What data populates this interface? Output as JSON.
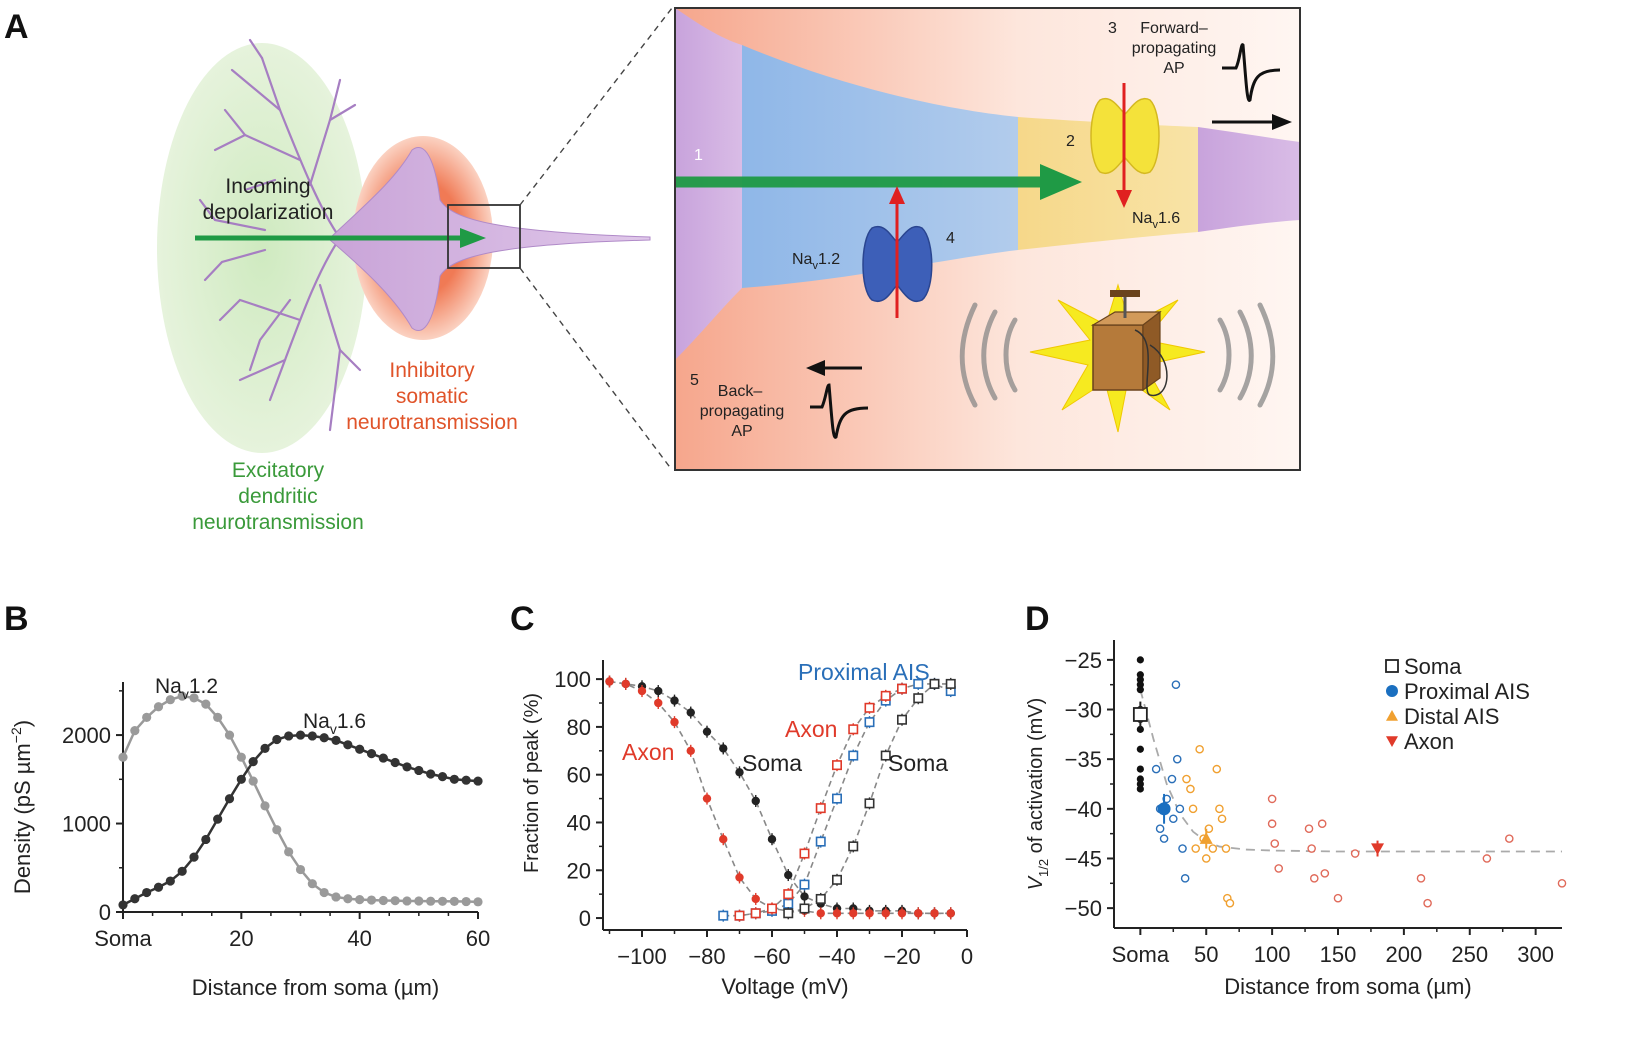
{
  "panels": {
    "a": "A",
    "b": "B",
    "c": "C",
    "d": "D"
  },
  "colors": {
    "green_arrow": "#1f9a45",
    "excitatory_text": "#3a9a3a",
    "inhibitory_text": "#e0542a",
    "red_arrow": "#e02020",
    "dark_series": "#333333",
    "light_series": "#9a9a9a",
    "red_series": "#e03a2a",
    "blue_series": "#2a6fb8",
    "orange_series": "#f0a030"
  },
  "neuron": {
    "incoming": [
      "Incoming",
      "depolarization"
    ],
    "inhibitory": [
      "Inhibitory",
      "somatic",
      "neurotransmission"
    ],
    "excitatory": [
      "Excitatory",
      "dendritic",
      "neurotransmission"
    ]
  },
  "inset": {
    "n1": "1",
    "n2": "2",
    "n3": "3",
    "n4": "4",
    "n5": "5",
    "forward": [
      "Forward–",
      "propagating",
      "AP"
    ],
    "back": [
      "Back–",
      "propagating",
      "AP"
    ],
    "nav12": "Na",
    "nav12_sub": "v",
    "nav12_rest": "1.2",
    "nav16": "Na",
    "nav16_sub": "v",
    "nav16_rest": "1.6",
    "plunger_icon": "detonator-icon"
  },
  "chart_data": [
    {
      "id": "B",
      "type": "line",
      "xlabel": "Distance from soma (µm)",
      "ylabel_parts": [
        "Density (pS µm",
        "−2",
        ")"
      ],
      "xlim": [
        0,
        60
      ],
      "ylim": [
        0,
        2600
      ],
      "xticks": [
        {
          "v": 0,
          "label": "Soma"
        },
        {
          "v": 20,
          "label": "20"
        },
        {
          "v": 40,
          "label": "40"
        },
        {
          "v": 60,
          "label": "60"
        }
      ],
      "yticks": [
        {
          "v": 0,
          "label": "0"
        },
        {
          "v": 1000,
          "label": "1000"
        },
        {
          "v": 2000,
          "label": "2000"
        }
      ],
      "series": [
        {
          "name_parts": [
            "Na",
            "v",
            "1.2"
          ],
          "color": "#9a9a9a",
          "x": [
            0,
            2,
            4,
            6,
            8,
            10,
            12,
            14,
            16,
            18,
            20,
            22,
            24,
            26,
            28,
            30,
            32,
            34,
            36,
            38,
            40,
            42,
            44,
            46,
            48,
            50,
            52,
            54,
            56,
            58,
            60
          ],
          "y": [
            1750,
            2050,
            2200,
            2320,
            2400,
            2440,
            2420,
            2350,
            2200,
            2000,
            1750,
            1480,
            1200,
            930,
            680,
            480,
            320,
            220,
            170,
            150,
            140,
            135,
            130,
            128,
            125,
            124,
            122,
            121,
            120,
            118,
            115
          ]
        },
        {
          "name_parts": [
            "Na",
            "v",
            "1.6"
          ],
          "color": "#333333",
          "x": [
            0,
            2,
            4,
            6,
            8,
            10,
            12,
            14,
            16,
            18,
            20,
            22,
            24,
            26,
            28,
            30,
            32,
            34,
            36,
            38,
            40,
            42,
            44,
            46,
            48,
            50,
            52,
            54,
            56,
            58,
            60
          ],
          "y": [
            80,
            150,
            220,
            280,
            350,
            460,
            620,
            820,
            1050,
            1280,
            1500,
            1700,
            1850,
            1950,
            1990,
            2000,
            1990,
            1970,
            1940,
            1890,
            1840,
            1790,
            1740,
            1690,
            1640,
            1600,
            1560,
            1530,
            1500,
            1490,
            1480
          ]
        }
      ]
    },
    {
      "id": "C",
      "type": "scatter",
      "xlabel": "Voltage (mV)",
      "ylabel": "Fraction of peak (%)",
      "xlim": [
        -112,
        0
      ],
      "ylim": [
        -5,
        108
      ],
      "xticks": [
        {
          "v": -100,
          "label": "−100"
        },
        {
          "v": -80,
          "label": "−80"
        },
        {
          "v": -60,
          "label": "−60"
        },
        {
          "v": -40,
          "label": "−40"
        },
        {
          "v": -20,
          "label": "−20"
        },
        {
          "v": 0,
          "label": "0"
        }
      ],
      "yticks": [
        {
          "v": 0,
          "label": "0"
        },
        {
          "v": 20,
          "label": "20"
        },
        {
          "v": 40,
          "label": "40"
        },
        {
          "v": 60,
          "label": "60"
        },
        {
          "v": 80,
          "label": "80"
        },
        {
          "v": 100,
          "label": "100"
        }
      ],
      "series": [
        {
          "name": "Soma",
          "kind": "inactivation",
          "marker": "filled-circle",
          "color": "#222222",
          "x": [
            -110,
            -105,
            -100,
            -95,
            -90,
            -85,
            -80,
            -75,
            -70,
            -65,
            -60,
            -55,
            -50,
            -45,
            -40,
            -35,
            -30,
            -25,
            -20,
            -15,
            -10,
            -5
          ],
          "y": [
            99,
            98,
            97,
            95,
            91,
            86,
            78,
            71,
            61,
            49,
            33,
            18,
            9,
            6,
            4,
            4,
            3,
            3,
            3,
            2,
            2,
            2
          ]
        },
        {
          "name": "Axon",
          "kind": "inactivation",
          "marker": "filled-circle",
          "color": "#e03a2a",
          "x": [
            -110,
            -105,
            -100,
            -95,
            -90,
            -85,
            -80,
            -75,
            -70,
            -65,
            -60,
            -55,
            -50,
            -45,
            -40,
            -35,
            -30,
            -25,
            -20,
            -15,
            -10,
            -5
          ],
          "y": [
            99,
            98,
            95,
            90,
            82,
            70,
            50,
            33,
            17,
            8,
            4,
            3,
            3,
            2,
            2,
            2,
            2,
            2,
            2,
            2,
            2,
            2
          ]
        },
        {
          "name": "Proximal AIS",
          "kind": "activation",
          "marker": "open-square",
          "color": "#2a6fb8",
          "x": [
            -75,
            -70,
            -65,
            -60,
            -55,
            -50,
            -45,
            -40,
            -35,
            -30,
            -25,
            -20,
            -15,
            -10,
            -5
          ],
          "y": [
            1,
            1,
            2,
            3,
            6,
            14,
            32,
            50,
            68,
            82,
            91,
            96,
            98,
            98,
            95
          ]
        },
        {
          "name": "Axon",
          "kind": "activation",
          "marker": "open-square",
          "color": "#e03a2a",
          "x": [
            -70,
            -65,
            -60,
            -55,
            -50,
            -45,
            -40,
            -35,
            -30,
            -25,
            -20
          ],
          "y": [
            1,
            2,
            4,
            10,
            27,
            46,
            64,
            79,
            88,
            93,
            96
          ]
        },
        {
          "name": "Soma",
          "kind": "activation",
          "marker": "open-square",
          "color": "#333333",
          "x": [
            -55,
            -50,
            -45,
            -40,
            -35,
            -30,
            -25,
            -20,
            -15,
            -10,
            -5
          ],
          "y": [
            2,
            4,
            8,
            16,
            30,
            48,
            68,
            83,
            92,
            98,
            98
          ]
        }
      ],
      "labels": [
        {
          "text": "Proximal AIS",
          "color": "#2a6fb8"
        },
        {
          "text": "Axon",
          "color": "#e03a2a"
        },
        {
          "text": "Axon",
          "color": "#e03a2a"
        },
        {
          "text": "Soma",
          "color": "#222222"
        },
        {
          "text": "Soma",
          "color": "#222222"
        }
      ]
    },
    {
      "id": "D",
      "type": "scatter",
      "xlabel": "Distance from soma (µm)",
      "ylabel_parts": [
        "V",
        "1/2",
        " of activation (mV)"
      ],
      "xlim": [
        -20,
        320
      ],
      "ylim": [
        -52,
        -23
      ],
      "xticks": [
        {
          "v": 0,
          "label": "Soma"
        },
        {
          "v": 50,
          "label": "50"
        },
        {
          "v": 100,
          "label": "100"
        },
        {
          "v": 150,
          "label": "150"
        },
        {
          "v": 200,
          "label": "200"
        },
        {
          "v": 250,
          "label": "250"
        },
        {
          "v": 300,
          "label": "300"
        }
      ],
      "yticks": [
        {
          "v": -25,
          "label": "−25"
        },
        {
          "v": -30,
          "label": "−30"
        },
        {
          "v": -35,
          "label": "−35"
        },
        {
          "v": -40,
          "label": "−40"
        },
        {
          "v": -45,
          "label": "−45"
        },
        {
          "v": -50,
          "label": "−50"
        }
      ],
      "legend": [
        {
          "label": "Soma",
          "marker": "open-square",
          "color": "#222222"
        },
        {
          "label": "Proximal AIS",
          "marker": "filled-circle",
          "color": "#1a6fc0"
        },
        {
          "label": "Distal AIS",
          "marker": "triangle-up",
          "color": "#f0a030"
        },
        {
          "label": "Axon",
          "marker": "triangle-down",
          "color": "#e03a2a"
        }
      ],
      "legend_position": "top-right",
      "series": [
        {
          "name": "Soma",
          "kind": "individual",
          "color": "#111111",
          "x": [
            0,
            0,
            0,
            0,
            0,
            0,
            0,
            0,
            0,
            0,
            0,
            0,
            0
          ],
          "y": [
            -25,
            -26.5,
            -27,
            -27.5,
            -28,
            -30,
            -31,
            -32,
            -34,
            -36,
            -37,
            -37.5,
            -38
          ]
        },
        {
          "name": "Proximal AIS",
          "kind": "individual",
          "color": "#2a6fb8",
          "x": [
            12,
            15,
            15,
            18,
            20,
            24,
            25,
            27,
            28,
            30,
            32,
            34
          ],
          "y": [
            -36,
            -40,
            -42,
            -43,
            -39,
            -37,
            -41,
            -27.5,
            -35,
            -40,
            -44,
            -47
          ]
        },
        {
          "name": "Distal AIS",
          "kind": "individual",
          "color": "#f0a030",
          "x": [
            35,
            38,
            40,
            42,
            45,
            48,
            50,
            52,
            55,
            58,
            60,
            62,
            65,
            66,
            68
          ],
          "y": [
            -37,
            -38,
            -40,
            -44,
            -34,
            -43,
            -45,
            -42,
            -44,
            -36,
            -40,
            -41,
            -44,
            -49,
            -49.5
          ]
        },
        {
          "name": "Axon",
          "kind": "individual",
          "color": "#e06a5a",
          "x": [
            100,
            100,
            102,
            105,
            128,
            130,
            132,
            138,
            140,
            150,
            163,
            213,
            218,
            263,
            280,
            320
          ],
          "y": [
            -39,
            -41.5,
            -43.5,
            -46,
            -42,
            -44,
            -47,
            -41.5,
            -46.5,
            -49,
            -44.5,
            -47,
            -49.5,
            -45,
            -43,
            -47.5
          ]
        },
        {
          "name": "Soma",
          "kind": "mean",
          "marker": "open-square",
          "color": "#222222",
          "x": [
            0
          ],
          "y": [
            -30.5
          ],
          "err": [
            1.3
          ]
        },
        {
          "name": "Proximal AIS",
          "kind": "mean",
          "marker": "filled-circle",
          "color": "#1a6fc0",
          "x": [
            18
          ],
          "y": [
            -40
          ],
          "err": [
            1.5
          ]
        },
        {
          "name": "Distal AIS",
          "kind": "mean",
          "marker": "triangle-up",
          "color": "#f0a030",
          "x": [
            50
          ],
          "y": [
            -43
          ],
          "err": [
            1
          ]
        },
        {
          "name": "Axon",
          "kind": "mean",
          "marker": "triangle-down",
          "color": "#e03a2a",
          "x": [
            180
          ],
          "y": [
            -44
          ],
          "err": [
            0.8
          ]
        }
      ],
      "fit": {
        "x": [
          0,
          10,
          20,
          30,
          40,
          50,
          60,
          80,
          100,
          150,
          200,
          250,
          320
        ],
        "y": [
          -28,
          -33,
          -37.5,
          -40.5,
          -42.3,
          -43.3,
          -43.8,
          -44.1,
          -44.2,
          -44.3,
          -44.3,
          -44.3,
          -44.3
        ]
      }
    }
  ]
}
